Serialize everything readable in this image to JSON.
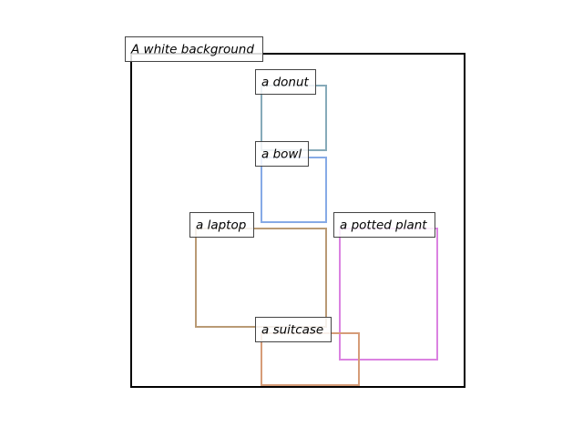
{
  "frame": {
    "label": "A white background",
    "color": "#000000"
  },
  "boxes": [
    {
      "label": "a donut",
      "color": "#86aab9"
    },
    {
      "label": "a bowl",
      "color": "#86aae6"
    },
    {
      "label": "a laptop",
      "color": "#b99a75"
    },
    {
      "label": "a potted plant",
      "color": "#db82e1"
    },
    {
      "label": "a suitcase",
      "color": "#d69c78"
    }
  ]
}
